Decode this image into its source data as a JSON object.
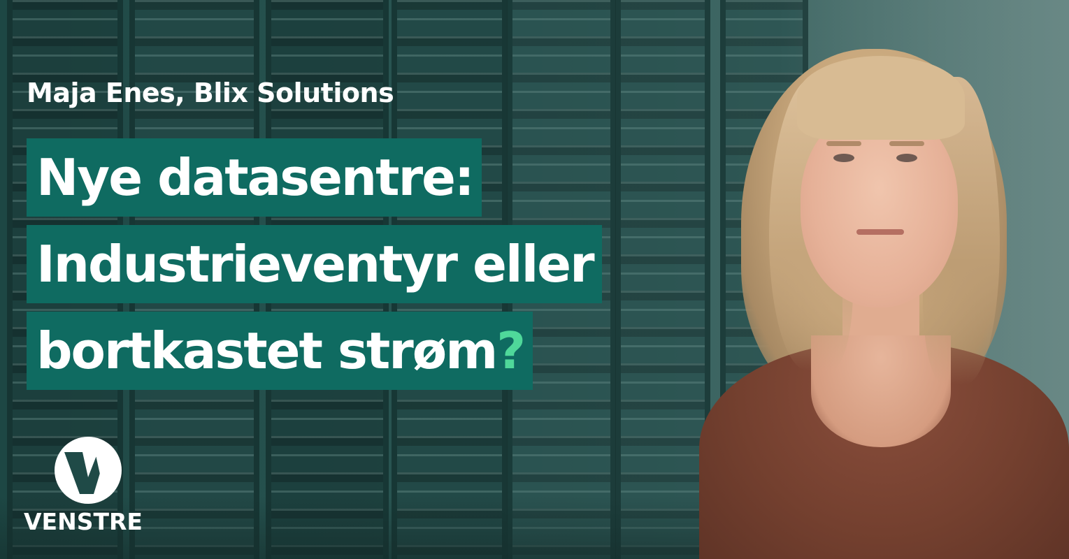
{
  "subtitle": "Maja Enes, Blix Solutions",
  "headline": {
    "line1": "Nye datasentre:",
    "line2": "Industrieventyr eller",
    "line3": "bortkastet strøm",
    "question_mark": "?"
  },
  "logo": {
    "name": "VENSTRE",
    "icon": "venstre-v-logo-icon"
  },
  "colors": {
    "headline_bg": "#0f6b61",
    "accent": "#4fd89a",
    "text": "#ffffff"
  }
}
